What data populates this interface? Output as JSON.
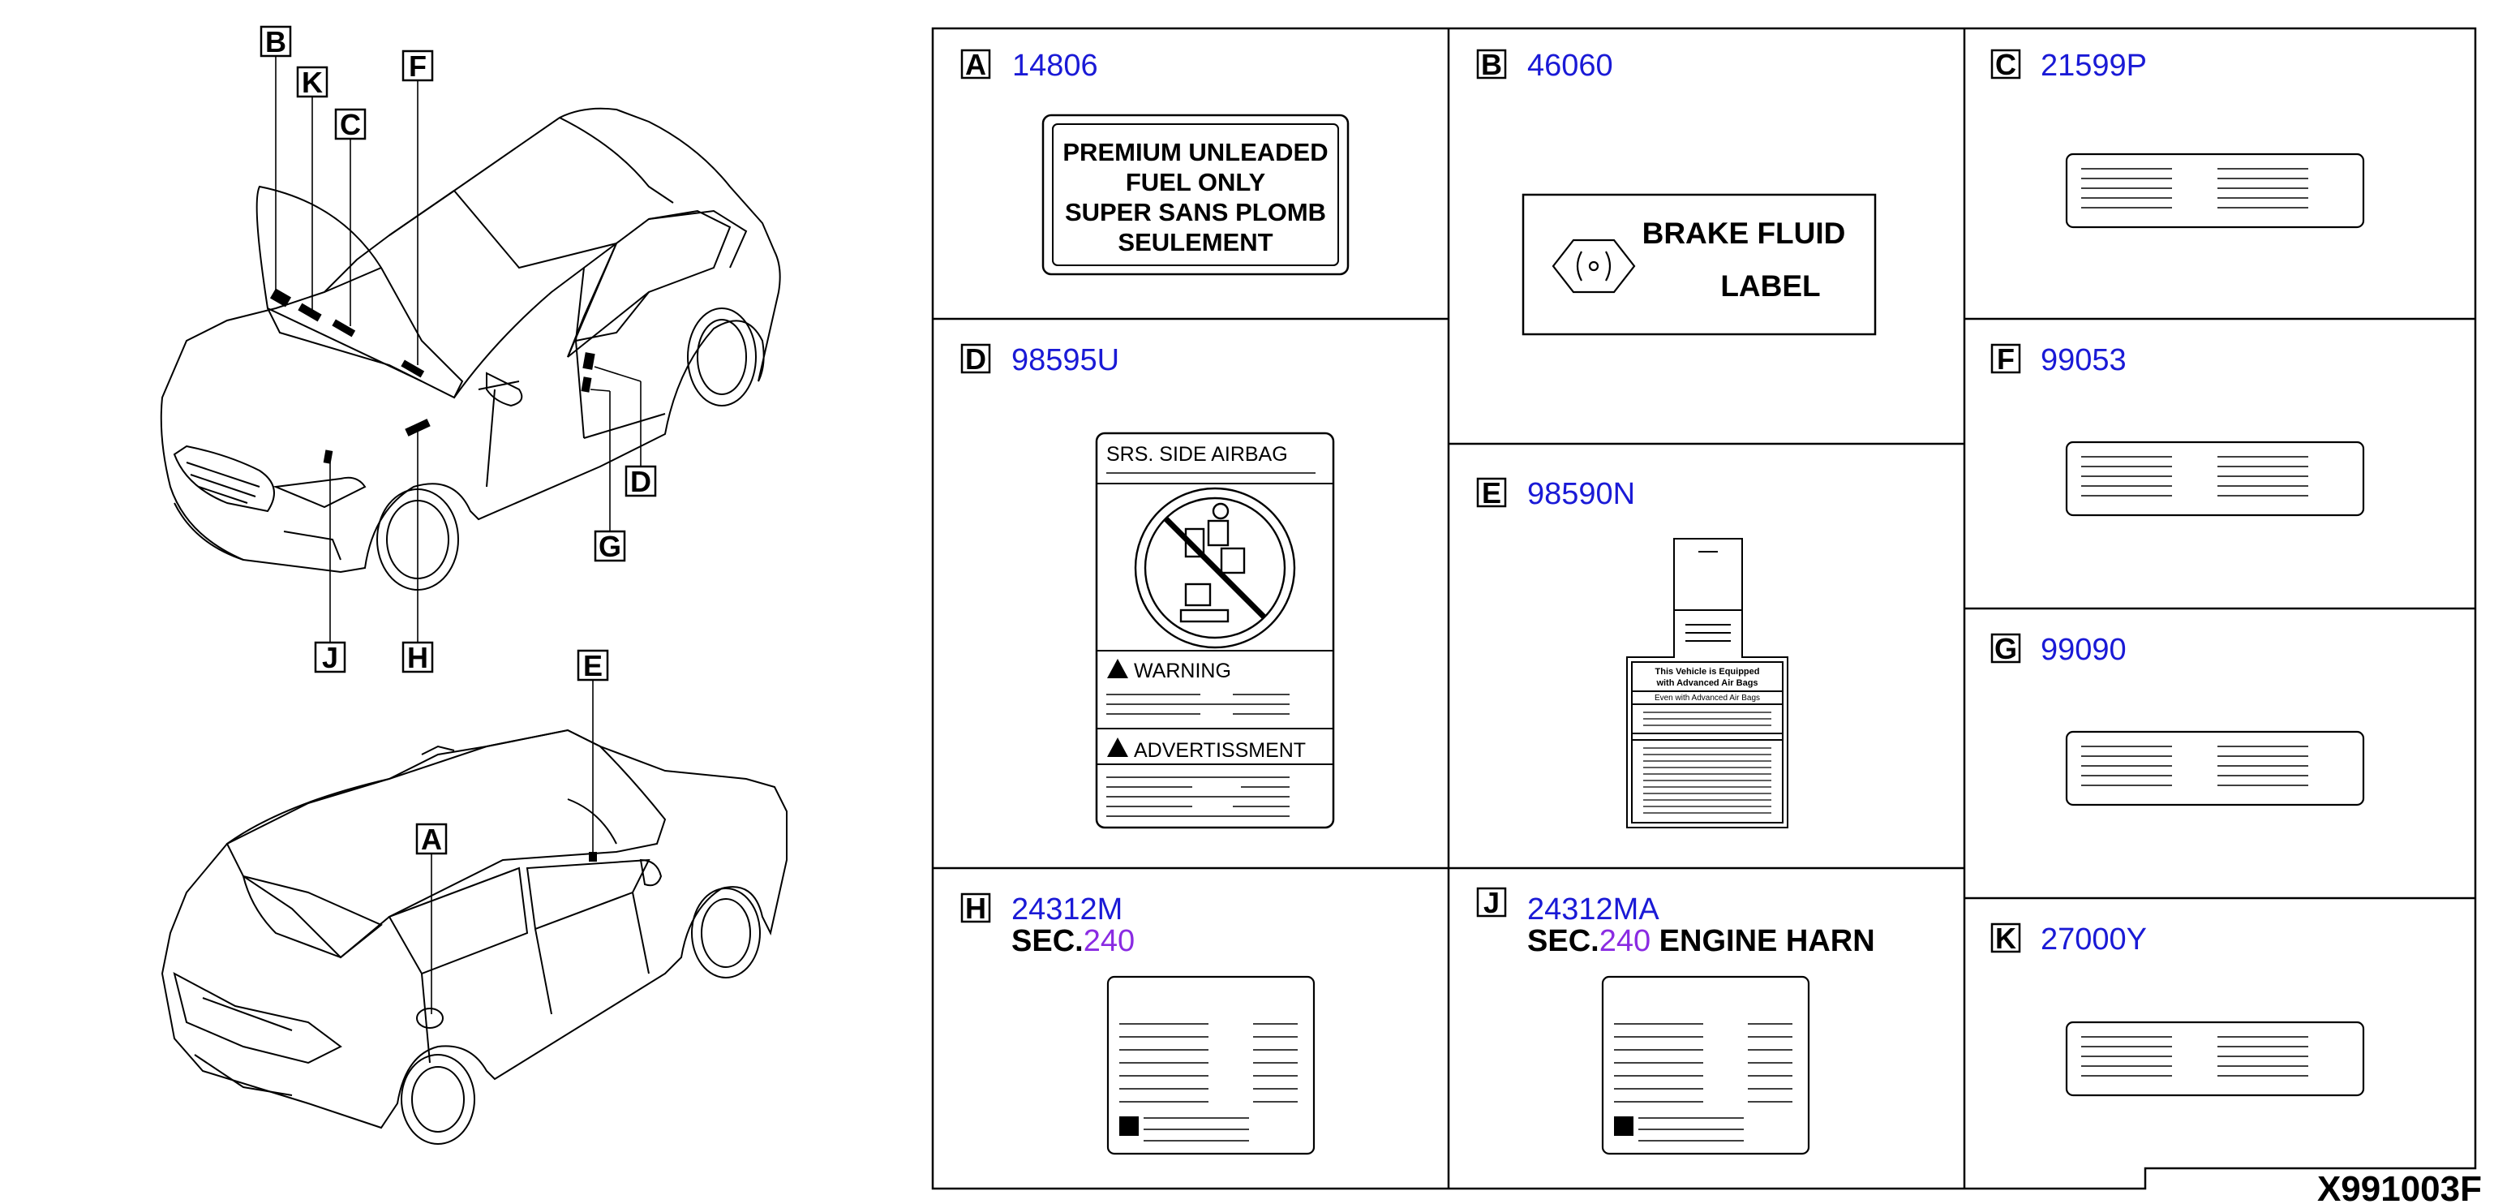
{
  "diagram_id": "X991003F",
  "callouts": [
    "B",
    "K",
    "C",
    "F",
    "D",
    "G",
    "J",
    "H",
    "E",
    "A"
  ],
  "panels": {
    "A": {
      "letter": "A",
      "part": "14806",
      "lines": [
        "PREMIUM UNLEADED",
        "FUEL  ONLY",
        "SUPER SANS PLOMB",
        "SEULEMENT"
      ]
    },
    "B": {
      "letter": "B",
      "part": "46060",
      "text1": "BRAKE FLUID",
      "text2": "LABEL"
    },
    "C": {
      "letter": "C",
      "part": "21599P"
    },
    "D": {
      "letter": "D",
      "part": "98595U",
      "title": "SRS. SIDE AIRBAG",
      "warning": "WARNING",
      "advert": "ADVERTISSMENT"
    },
    "E": {
      "letter": "E",
      "part": "98590N",
      "line1": "This Vehicle is Equipped",
      "line2": "with Advanced Air Bags",
      "line3": "Even with Advanced Air Bags"
    },
    "F": {
      "letter": "F",
      "part": "99053"
    },
    "G": {
      "letter": "G",
      "part": "99090"
    },
    "H": {
      "letter": "H",
      "part": "24312M",
      "sec_prefix": "SEC.",
      "sec_num": "240"
    },
    "J": {
      "letter": "J",
      "part": "24312MA",
      "sec_prefix": "SEC.",
      "sec_num": "240",
      "sec_suffix": " ENGINE HARN"
    },
    "K": {
      "letter": "K",
      "part": "27000Y"
    }
  }
}
